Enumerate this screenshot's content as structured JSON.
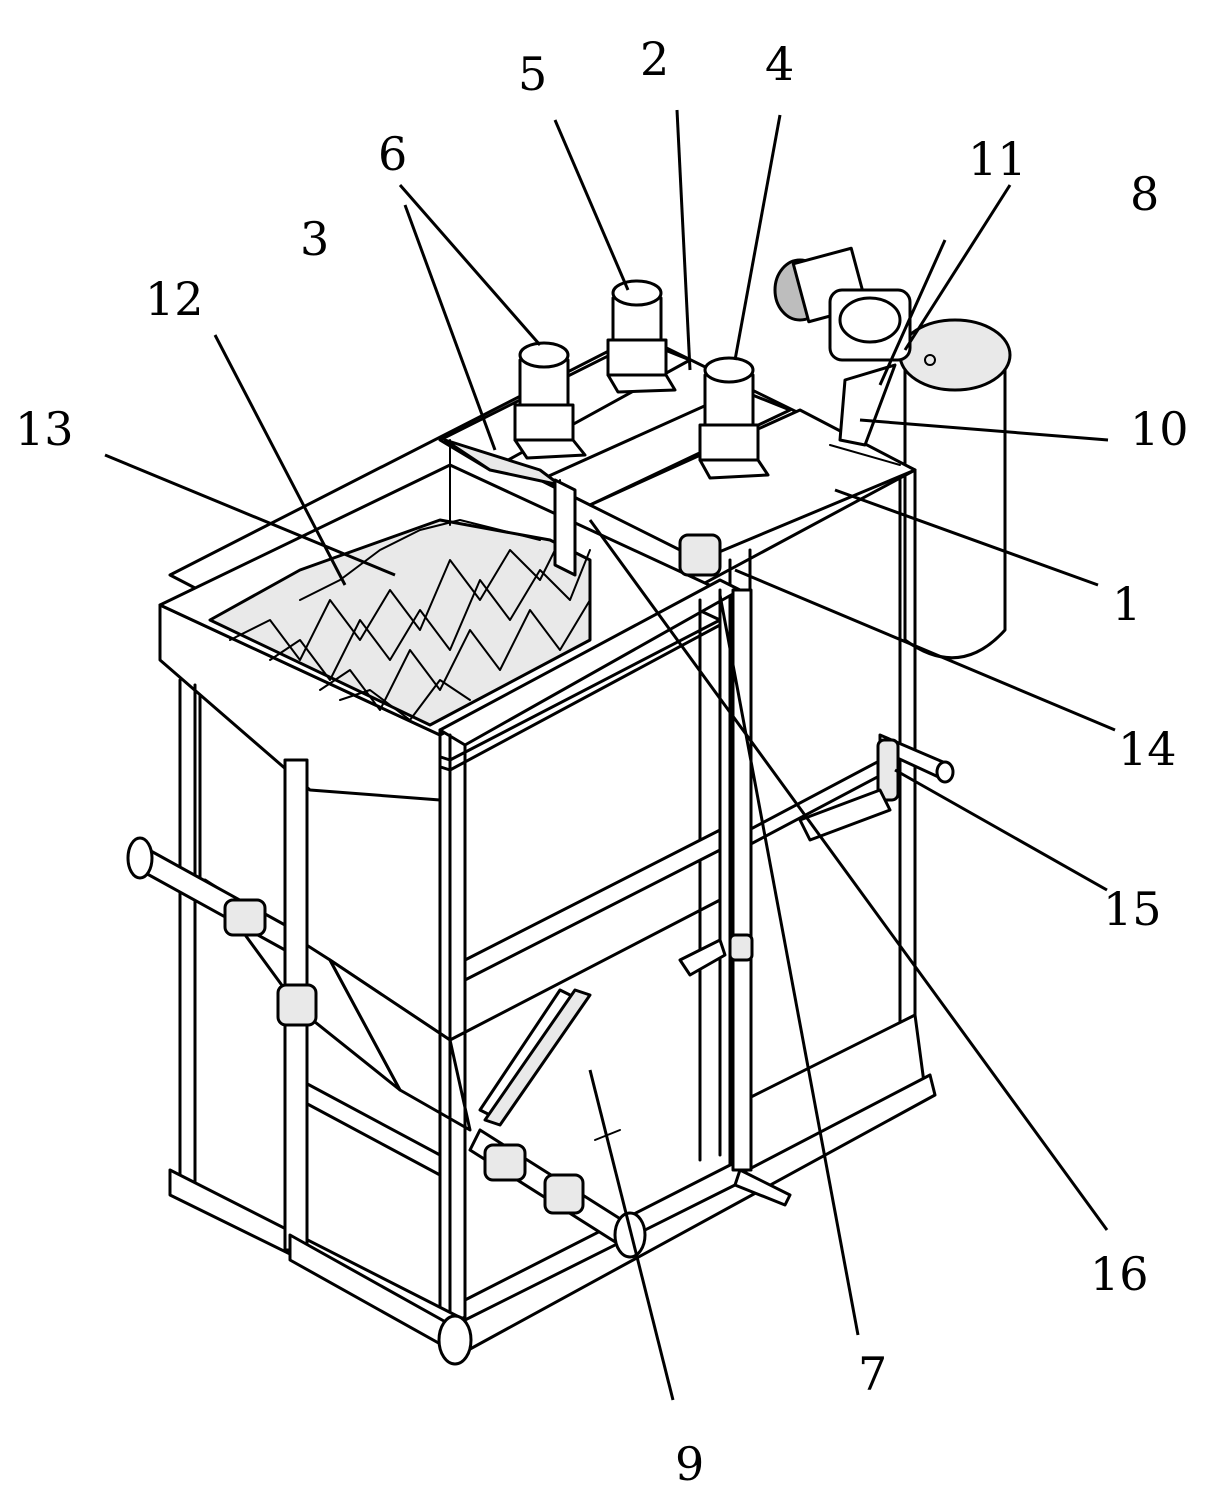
{
  "labels": [
    {
      "id": "label-1",
      "text": "1"
    },
    {
      "id": "label-2",
      "text": "2"
    },
    {
      "id": "label-3",
      "text": "3"
    },
    {
      "id": "label-4",
      "text": "4"
    },
    {
      "id": "label-5",
      "text": "5"
    },
    {
      "id": "label-6",
      "text": "6"
    },
    {
      "id": "label-7",
      "text": "7"
    },
    {
      "id": "label-8",
      "text": "8"
    },
    {
      "id": "label-9",
      "text": "9"
    },
    {
      "id": "label-10",
      "text": "10"
    },
    {
      "id": "label-11",
      "text": "11"
    },
    {
      "id": "label-12",
      "text": "12"
    },
    {
      "id": "label-13",
      "text": "13"
    },
    {
      "id": "label-14",
      "text": "14"
    },
    {
      "id": "label-15",
      "text": "15"
    },
    {
      "id": "label-16",
      "text": "16"
    }
  ]
}
